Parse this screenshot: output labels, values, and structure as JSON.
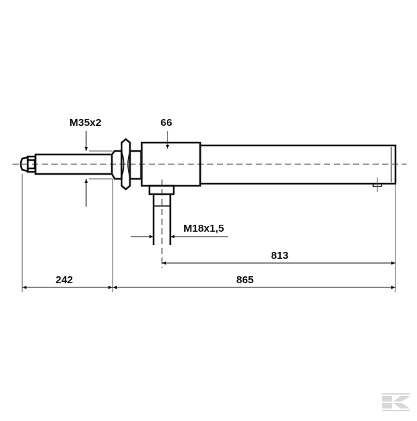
{
  "drawing": {
    "labels": {
      "thread_main": "M35x2",
      "block_width": "66",
      "thread_port": "M18x1,5",
      "port_to_end": "813",
      "total_body": "865",
      "rod_length": "242"
    },
    "logo_text": "K",
    "colors": {
      "line": "#111111",
      "thin": "#555555",
      "logo": "#d8d8d8"
    }
  }
}
